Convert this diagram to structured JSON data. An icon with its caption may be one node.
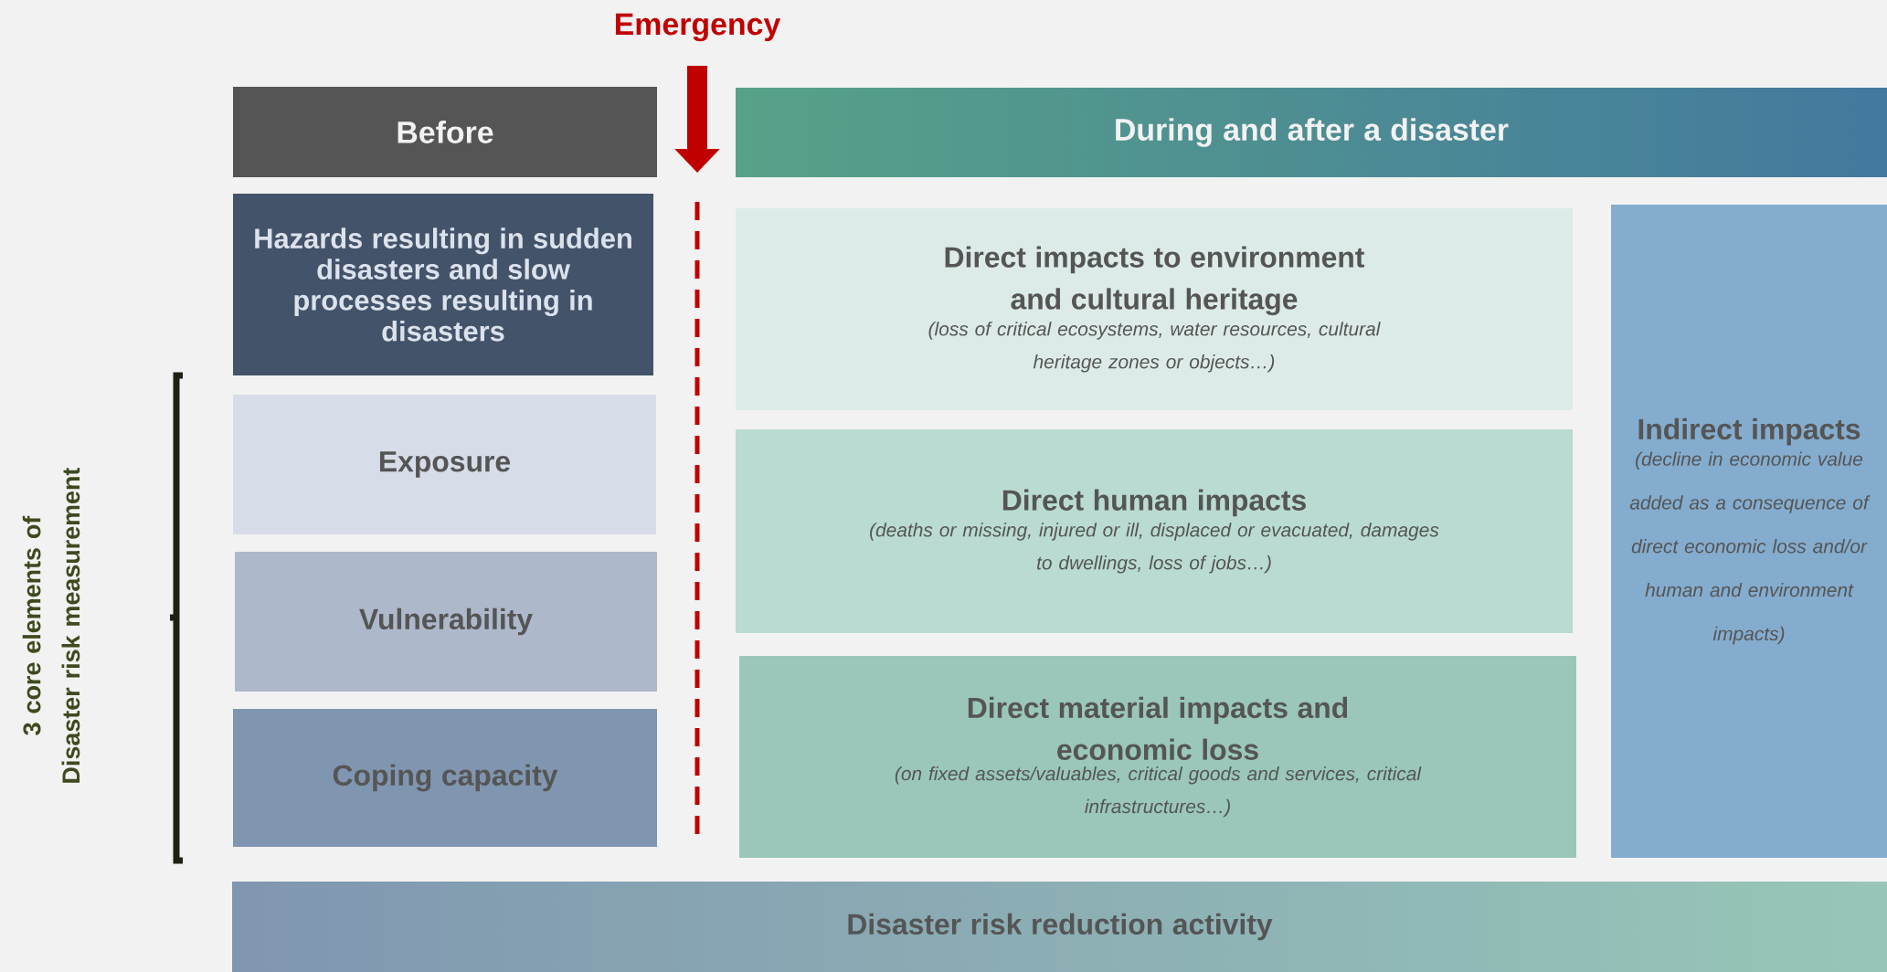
{
  "diagram": {
    "nodes": [
      {
        "text": [
          "Before"
        ]
      },
      {
        "text": [
          "During and after a disaster"
        ]
      },
      {
        "text": [
          "Hazards resulting in sudden disasters and slow processes resulting in disasters"
        ]
      },
      {
        "text": [
          "Exposure"
        ]
      },
      {
        "text": [
          "Vulnerability"
        ]
      },
      {
        "text": [
          "Coping capacity"
        ]
      },
      {
        "text": [
          "Direct impacts to environment and cultural heritage",
          "(loss of critical ecosystems, water resources, cultural heritage zones or objects…)"
        ]
      },
      {
        "text": [
          "Direct human impacts",
          "(deaths or missing, injured or ill, displaced or evacuated, damages to dwellings, loss of jobs…)"
        ]
      },
      {
        "text": [
          "Direct material impacts and economic loss",
          "(on fixed assets/valuables, critical goods and services, critical infrastructures…)"
        ]
      },
      {
        "text": [
          "Indirect impacts",
          "(decline in economic value added as a consequence of direct economic loss and/or human and environment impacts)"
        ]
      },
      {
        "text": [
          "Disaster risk reduction activity"
        ]
      }
    ],
    "labels": [
      "Emergency",
      "3 core elements of Disaster risk measurement"
    ]
  }
}
